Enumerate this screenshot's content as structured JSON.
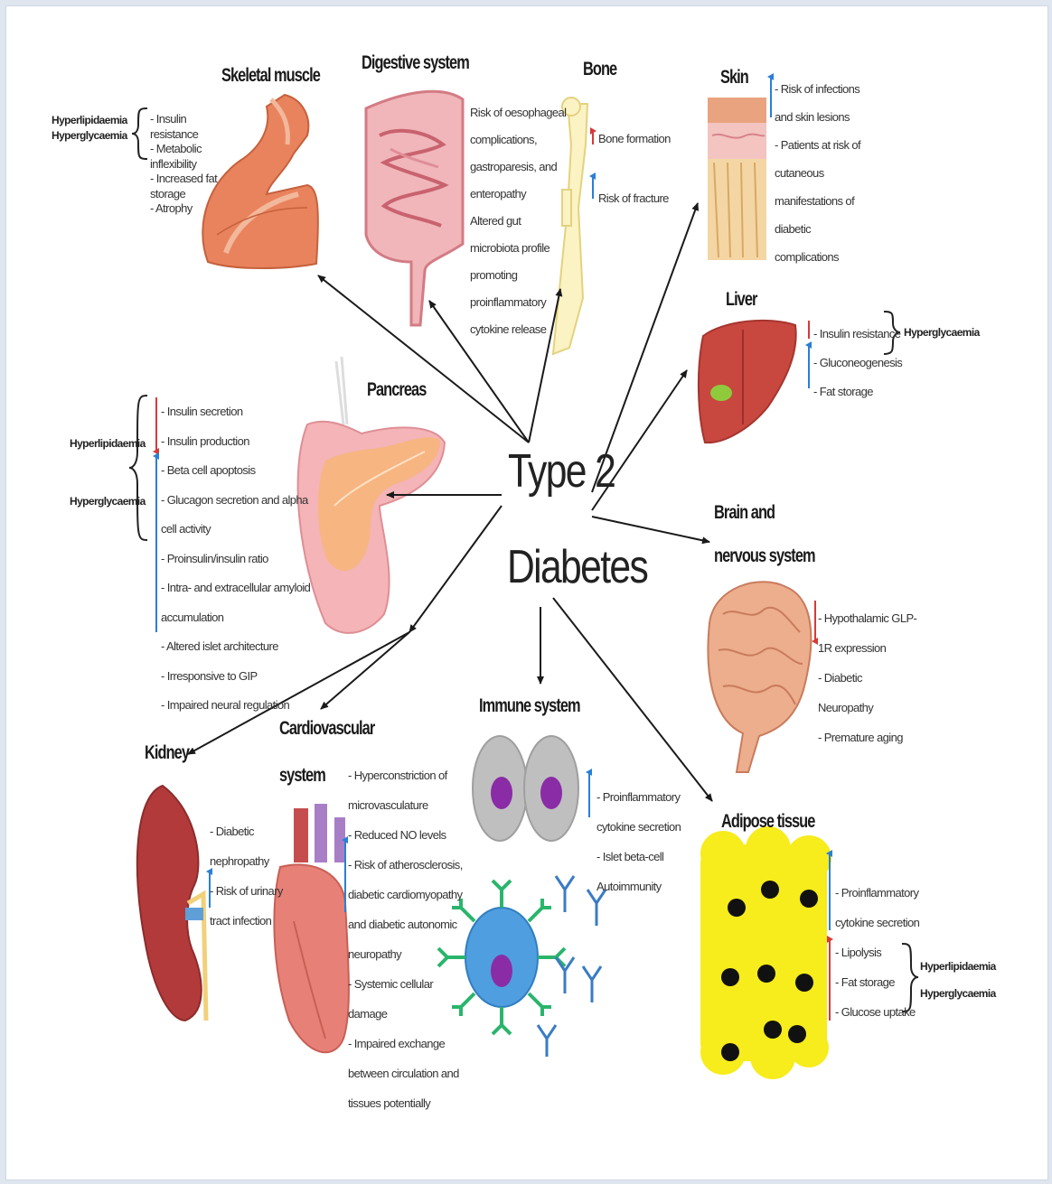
{
  "center": {
    "line1": "Type 2",
    "line2": "Diabetes"
  },
  "colors": {
    "arrow": "#1a1a1a",
    "increase": "#2a7fd6",
    "decrease": "#d63a3a"
  },
  "organs": {
    "skeletal_muscle": {
      "title": "Skeletal muscle",
      "conditions": [
        "Hyperlipidaemia",
        "Hyperglycaemia"
      ],
      "effects": [
        "- Insulin",
        "resistance",
        "- Metabolic",
        "inflexibility",
        "- Increased fat",
        "storage",
        "- Atrophy"
      ]
    },
    "digestive_system": {
      "title": "Digestive system",
      "effects": [
        "Risk of oesophageal",
        "complications,",
        "gastroparesis, and",
        "enteropathy",
        "Altered gut",
        "microbiota profile",
        "promoting",
        "proinflammatory",
        "cytokine release"
      ]
    },
    "bone": {
      "title": "Bone",
      "effects": [
        "Bone formation",
        "Risk of fracture"
      ]
    },
    "skin": {
      "title": "Skin",
      "effects": [
        "- Risk of infections",
        "and skin lesions",
        "- Patients at risk of",
        "cutaneous",
        "manifestations of",
        "diabetic",
        "complications"
      ]
    },
    "liver": {
      "title": "Liver",
      "effects": [
        "- Insulin resistance",
        "- Gluconeogenesis",
        "- Fat storage"
      ],
      "condition": "Hyperglycaemia"
    },
    "pancreas": {
      "title": "Pancreas",
      "conditions": [
        "Hyperlipidaemia",
        "Hyperglycaemia"
      ],
      "effects": [
        "- Insulin secretion",
        "- Insulin production",
        "- Beta cell apoptosis",
        "- Glucagon secretion and alpha",
        "cell activity",
        "- Proinsulin/insulin ratio",
        "- Intra- and extracellular amyloid",
        "accumulation",
        "- Altered islet architecture",
        "- Irresponsive to GIP",
        "- Impaired neural regulation"
      ]
    },
    "brain": {
      "title_line1": "Brain and",
      "title_line2": "nervous system",
      "effects": [
        "- Hypothalamic GLP-",
        "1R expression",
        "- Diabetic",
        "Neuropathy",
        "- Premature aging"
      ]
    },
    "kidney": {
      "title": "Kidney",
      "effects": [
        "- Diabetic",
        "nephropathy",
        "- Risk of urinary",
        "tract infection"
      ]
    },
    "cardiovascular": {
      "title_line1": "Cardiovascular",
      "title_line2": "system",
      "effects": [
        "- Hyperconstriction of",
        "microvasculature",
        "- Reduced NO levels",
        "- Risk of atherosclerosis,",
        "diabetic cardiomyopathy",
        "and diabetic autonomic",
        "neuropathy",
        "- Systemic cellular",
        "damage",
        "- Impaired exchange",
        "between circulation and",
        "tissues potentially"
      ]
    },
    "immune": {
      "title": "Immune system",
      "effects": [
        "- Proinflammatory",
        "cytokine secretion",
        "- Islet beta-cell",
        "Autoimmunity"
      ]
    },
    "adipose": {
      "title": "Adipose tissue",
      "effects": [
        "- Proinflammatory",
        "cytokine secretion",
        "- Lipolysis",
        "- Fat storage",
        "- Glucose uptake"
      ],
      "conditions": [
        "Hyperlipidaemia",
        "Hyperglycaemia"
      ]
    }
  }
}
